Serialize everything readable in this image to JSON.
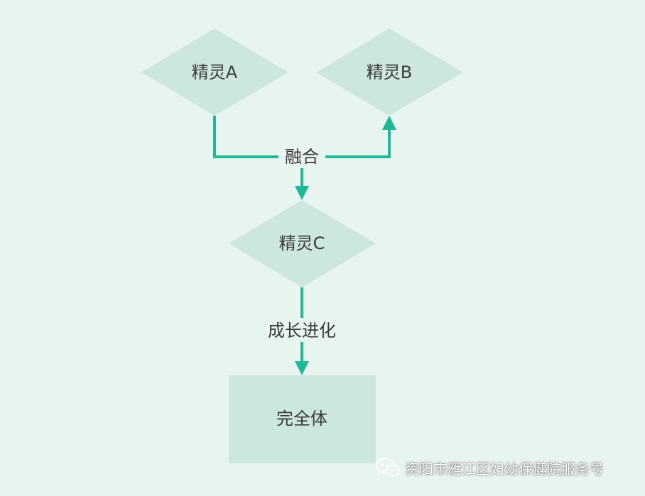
{
  "diagram": {
    "nodes": {
      "sprite_a": "精灵A",
      "sprite_b": "精灵B",
      "sprite_c": "精灵C",
      "complete": "完全体"
    },
    "edges": {
      "fusion": "融合",
      "growth": "成长进化"
    },
    "colors": {
      "background": "#e8f4f0",
      "node_fill": "#cde7df",
      "edge": "#1fb995",
      "text": "#3a3a3a"
    }
  },
  "watermark": {
    "icon": "wechat-icon",
    "text": "资阳市雁江区妇幼保健院服务号"
  }
}
